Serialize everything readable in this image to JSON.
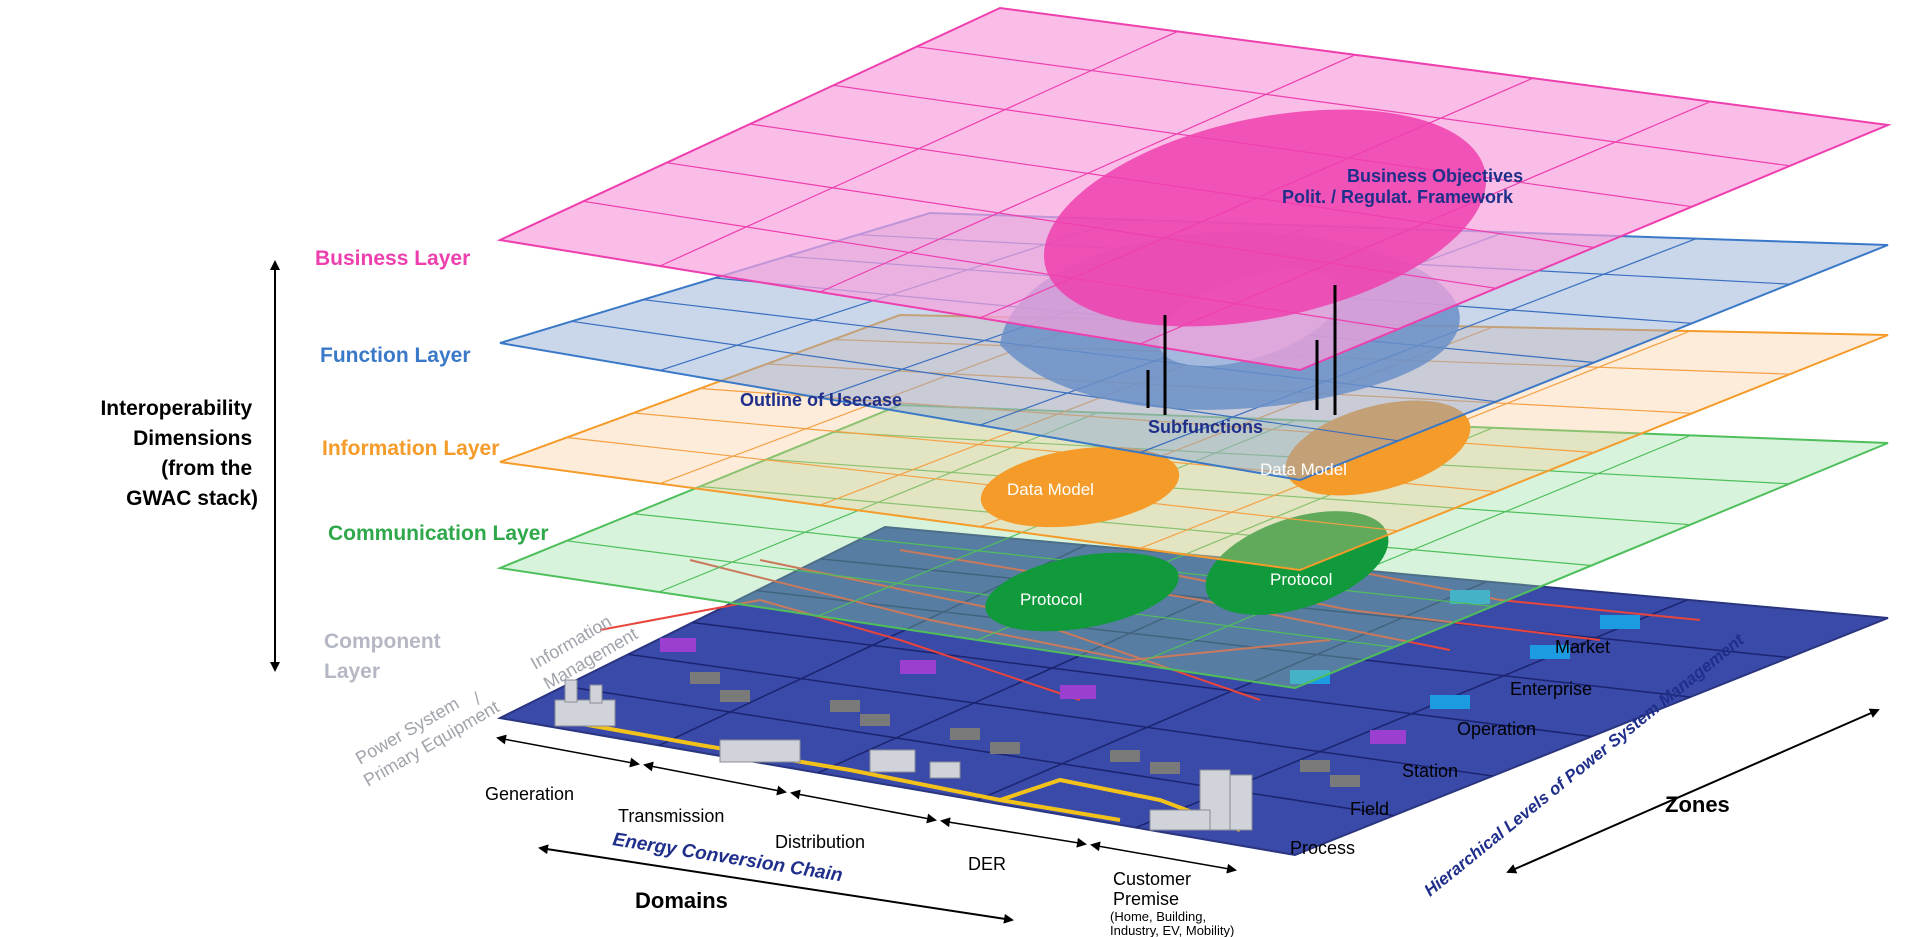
{
  "colors": {
    "business": "#ee3fae",
    "function": "#3a78c8",
    "information": "#f49b2a",
    "communication": "#2ea84a",
    "component_plane": "#3a4aa8",
    "component_label": "#b5b8c4",
    "dark_blue_text": "#1f2f8a",
    "purple_box": "#9b3fd0",
    "cyan_box": "#1c9be0",
    "red_line": "#e8453c",
    "yellow_line": "#f2c21b"
  },
  "dimensions": {
    "title_lines": [
      "Interoperability",
      "Dimensions",
      "(from the",
      "GWAC stack)"
    ]
  },
  "layers": {
    "business": "Business Layer",
    "function": "Function Layer",
    "information": "Information Layer",
    "communication": "Communication Layer",
    "component_line1": "Component",
    "component_line2": "Layer"
  },
  "annotations": {
    "business_objectives": "Business Objectives",
    "framework": "Polit. / Regulat. Framework",
    "outline_usecase": "Outline of Usecase",
    "subfunctions": "Subfunctions",
    "data_model_1": "Data Model",
    "data_model_2": "Data Model",
    "protocol_1": "Protocol",
    "protocol_2": "Protocol"
  },
  "equipment": {
    "info_mgmt_line1": "Information",
    "info_mgmt_line2": "Management",
    "separator": "/",
    "power_line1": "Power System",
    "power_line2": "Primary Equipment"
  },
  "domains": {
    "items": [
      "Generation",
      "Transmission",
      "Distribution",
      "DER"
    ],
    "customer": [
      "Customer",
      "Premise",
      "(Home, Building,",
      "Industry, EV, Mobility)"
    ],
    "chain_label": "Energy Conversion Chain",
    "title": "Domains"
  },
  "zones": {
    "items": [
      "Market",
      "Enterprise",
      "Operation",
      "Station",
      "Field",
      "Process"
    ],
    "hier_label": "Hierarchical Levels of Power System Management",
    "title": "Zones"
  }
}
